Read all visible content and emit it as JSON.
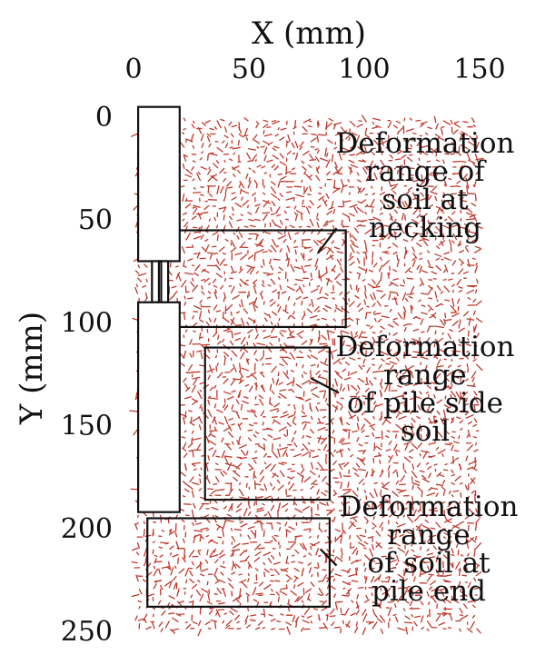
{
  "chart_data": {
    "type": "vector-field",
    "xlabel": "X (mm)",
    "ylabel": "Y (mm)",
    "xlim": [
      0,
      150
    ],
    "ylim": [
      0,
      250
    ],
    "y_inverted": true,
    "x_ticks": [
      "0",
      "50",
      "100",
      "150"
    ],
    "y_ticks": [
      "0",
      "50",
      "100",
      "150",
      "200",
      "250"
    ],
    "x_tick_values": [
      0,
      50,
      100,
      150
    ],
    "y_tick_values": [
      0,
      50,
      100,
      150,
      200,
      250
    ],
    "vector_color": "#c0392b",
    "vector_field_extent": {
      "x": [
        2,
        150
      ],
      "y": [
        2,
        250
      ]
    },
    "pile_outline": [
      {
        "name": "upper-pile",
        "x": [
          2,
          20
        ],
        "y": [
          -5,
          70
        ]
      },
      {
        "name": "neck-outer",
        "x": [
          8,
          15
        ],
        "y": [
          70,
          90
        ]
      },
      {
        "name": "neck-inner",
        "x": [
          11,
          12
        ],
        "y": [
          70,
          90
        ]
      },
      {
        "name": "lower-pile",
        "x": [
          2,
          20
        ],
        "y": [
          90,
          192
        ]
      }
    ],
    "regions": [
      {
        "name": "necking",
        "x": [
          11,
          92
        ],
        "y": [
          55,
          102
        ],
        "label_lines": [
          "Deformation",
          "range of",
          "soil at",
          "necking"
        ],
        "leader": {
          "from": [
            80,
            66
          ],
          "to": [
            88,
            54
          ]
        }
      },
      {
        "name": "pile-side",
        "x": [
          31,
          85
        ],
        "y": [
          112,
          186
        ],
        "label_lines": [
          "Deformation",
          "range",
          "of pile side",
          "soil"
        ],
        "leader": {
          "from": [
            77,
            127
          ],
          "to": [
            89,
            134
          ]
        }
      },
      {
        "name": "pile-end",
        "x": [
          6,
          85
        ],
        "y": [
          195,
          238
        ],
        "label_lines": [
          "Deformation",
          "range",
          "of soil at",
          "pile end"
        ],
        "leader": {
          "from": [
            81,
            210
          ],
          "to": [
            88,
            218
          ]
        }
      }
    ]
  }
}
